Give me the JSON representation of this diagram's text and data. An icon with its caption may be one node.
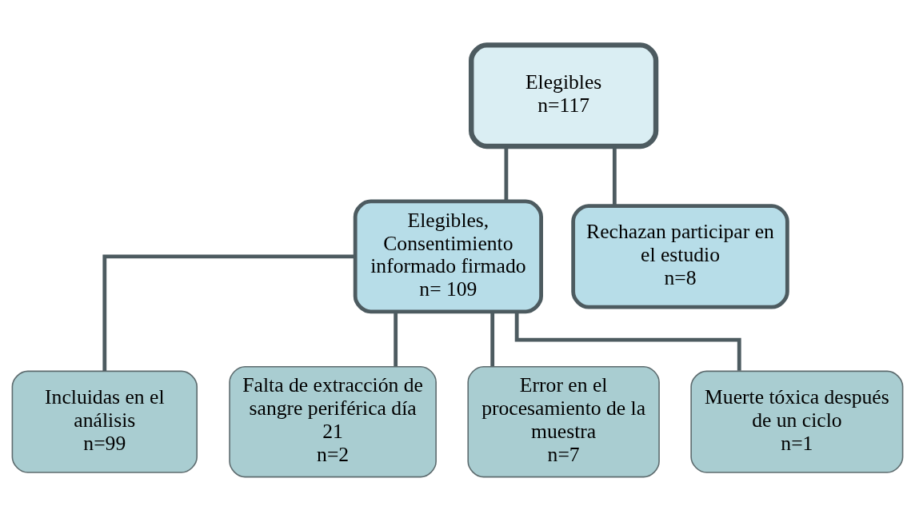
{
  "diagram": {
    "nodes": [
      {
        "text": [
          "Elegibles",
          "n=117"
        ]
      },
      {
        "text": [
          "Elegibles, Consentimiento informado firmado",
          "n= 109"
        ]
      },
      {
        "text": [
          "Rechazan participar en el estudio",
          "n=8"
        ]
      },
      {
        "text": [
          "Incluidas en el análisis",
          "n=99"
        ]
      },
      {
        "text": [
          "Falta de extracción de sangre periférica día 21",
          "n=2"
        ]
      },
      {
        "text": [
          "Error en el procesamiento de la muestra",
          "n=7"
        ]
      },
      {
        "text": [
          "Muerte tóxica después de un ciclo",
          "n=1"
        ]
      }
    ],
    "edges": [
      {
        "from": 0,
        "to": 1,
        "arrow": "none"
      },
      {
        "from": 0,
        "to": 2,
        "arrow": "none"
      },
      {
        "from": 1,
        "to": 3,
        "arrow": "none"
      },
      {
        "from": 1,
        "to": 4,
        "arrow": "none"
      },
      {
        "from": 1,
        "to": 5,
        "arrow": "none"
      },
      {
        "from": 1,
        "to": 6,
        "arrow": "none"
      }
    ]
  }
}
